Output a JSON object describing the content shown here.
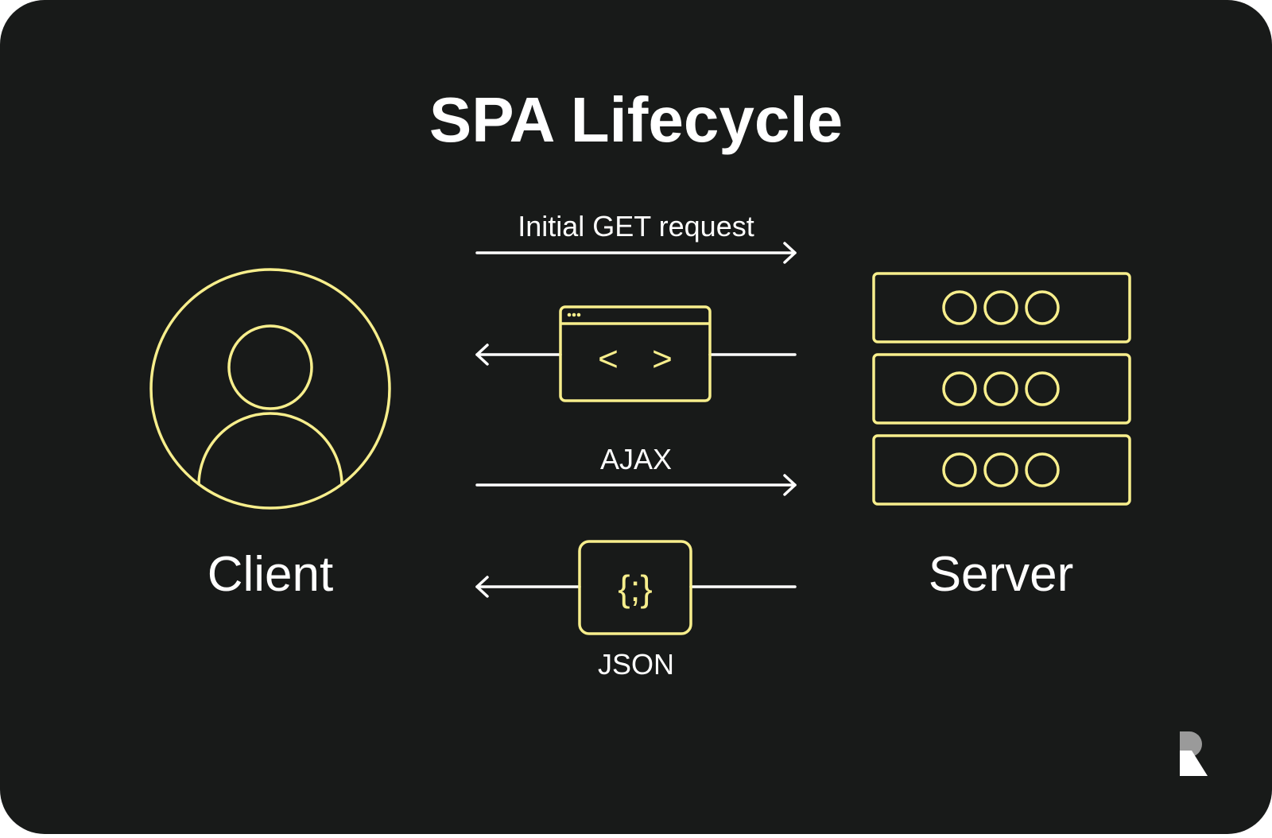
{
  "title": "SPA Lifecycle",
  "client": {
    "label": "Client",
    "icon": "user-avatar-icon"
  },
  "server": {
    "label": "Server",
    "icon": "server-rack-icon"
  },
  "flows": {
    "initial_get": {
      "label": "Initial GET request",
      "direction": "client-to-server"
    },
    "html_response": {
      "icon": "browser-code-window-icon",
      "glyph_left": "<",
      "glyph_right": ">",
      "direction": "server-to-client"
    },
    "ajax": {
      "label": "AJAX",
      "direction": "client-to-server"
    },
    "json_response": {
      "label": "JSON",
      "icon": "json-braces-icon",
      "glyph": "{;}",
      "direction": "server-to-client"
    }
  },
  "brand": {
    "icon": "brand-logo-icon"
  },
  "colors": {
    "background": "#181a19",
    "accent": "#f7ee8c",
    "text": "#ffffff",
    "logo_light": "#ffffff",
    "logo_gray": "#9a9a9a"
  }
}
